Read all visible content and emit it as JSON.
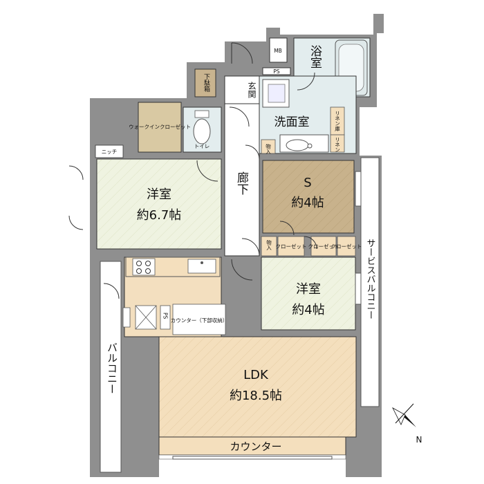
{
  "rooms": {
    "bath": "浴室",
    "washroom": "洗面室",
    "entrance": "玄関",
    "shoe_box": "下駄箱",
    "walk_in_closet": "ウォークインクローゼット",
    "toilet": "トイレ",
    "niche": "ニッチ",
    "hallway": "廊下",
    "western_room_1": {
      "name": "洋室",
      "size": "約6.7帖"
    },
    "s_room": {
      "name": "S",
      "size": "約4帖"
    },
    "western_room_2": {
      "name": "洋室",
      "size": "約4帖"
    },
    "ldk": {
      "name": "LDK",
      "size": "約18.5帖"
    }
  },
  "storage": {
    "mb": "MB",
    "ps_top": "PS",
    "ps_kitchen": "PS",
    "mono_1": "物入",
    "mono_2": "物入",
    "linen_1": "リネン庫",
    "linen_2": "リネン",
    "closet_1": "クローゼット",
    "closet_2": "クローゼット",
    "closet_3": "クローゼット",
    "counter_lower": "カウンター（下部収納）",
    "counter_bottom": "カウンター"
  },
  "balconies": {
    "service_balcony": "サービスバルコニー",
    "balcony": "バルコニー"
  },
  "compass": {
    "north_label": "N"
  },
  "colors": {
    "wall": "#8f8f8f",
    "bath_floor": "#e3edee",
    "ldk_floor": "#f3dfbf",
    "s_room_floor": "#c9b48f",
    "western_floor": "#eef2e0",
    "wic_floor": "#d9c9a3",
    "hall_floor": "#ffffff"
  }
}
